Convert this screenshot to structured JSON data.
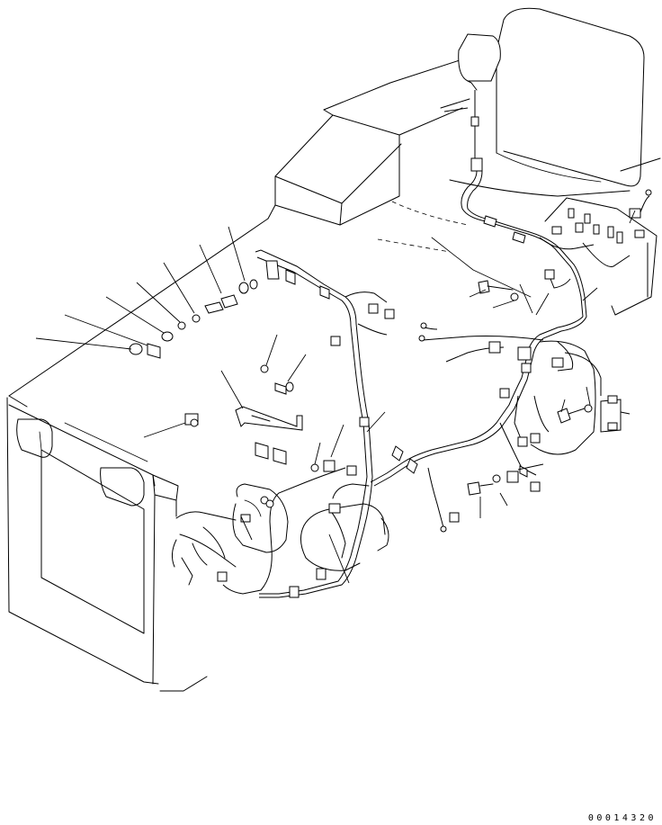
{
  "drawing": {
    "id_text": "00014320"
  },
  "icons": {
    "machine": "machine-body-outline",
    "seat": "operator-seat",
    "harness": "wiring-harness",
    "callouts": "leader-line"
  }
}
